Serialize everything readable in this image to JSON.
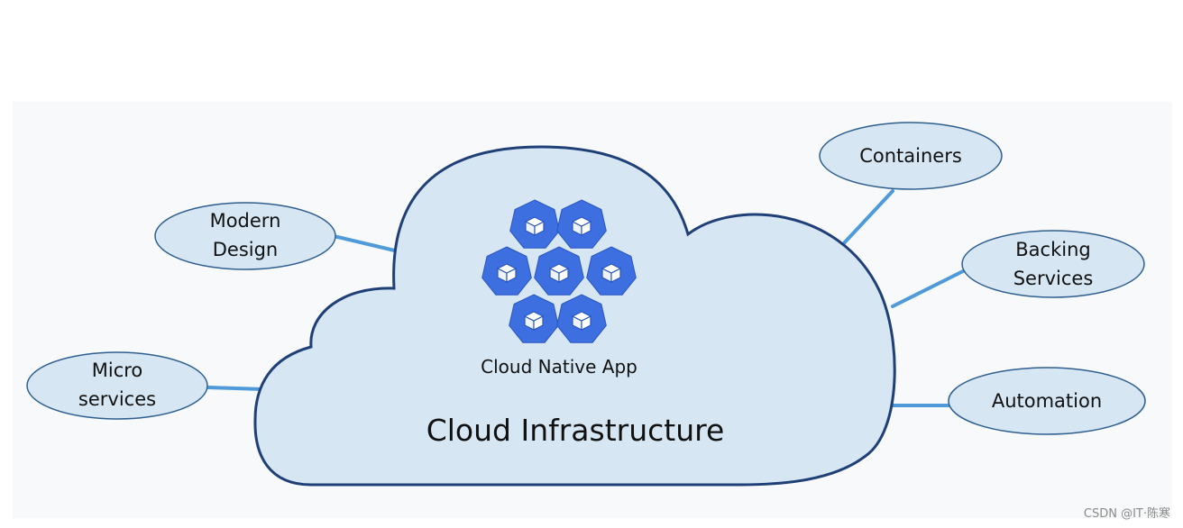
{
  "diagram": {
    "center_title": "Cloud Infrastructure",
    "app_label": "Cloud Native App",
    "nodes": {
      "modern_design": [
        "Modern",
        "Design"
      ],
      "micro_services": [
        "Micro",
        "services"
      ],
      "containers": [
        "Containers"
      ],
      "backing_services": [
        "Backing",
        "Services"
      ],
      "automation": [
        "Automation"
      ]
    },
    "app_hexagon_count": 7
  },
  "watermark": "CSDN @IT·陈寒",
  "colors": {
    "cloud_fill": "#d6e6f2",
    "cloud_stroke": "#1f3f77",
    "node_fill": "#d6e6f2",
    "node_stroke": "#2f5f8f",
    "connector": "#4f9ad8",
    "hexagon": "#3d6fe0",
    "panel_bg": "#f7f9fa"
  },
  "icons": {
    "hexagon_glyph": "cube-icon"
  }
}
